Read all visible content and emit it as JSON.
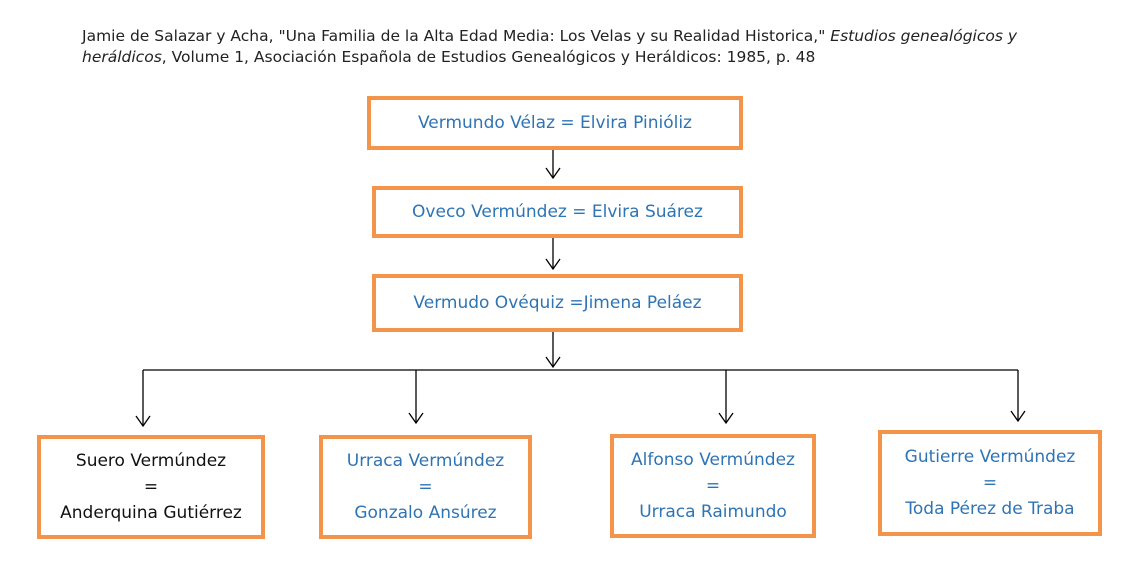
{
  "citation": {
    "part1": "Jamie de Salazar y Acha, \"Una Familia de la Alta Edad Media: Los Velas y su Realidad Historica,\" ",
    "journal1": "Estudios genealógicos y",
    "journal2": "heráldicos",
    "part2": ", Volume 1, Asociación Española de Estudios Genealógicos y Heráldicos: 1985, p. 48"
  },
  "generations": [
    {
      "label": "Vermundo Vélaz = Elvira Pinióliz"
    },
    {
      "label": "Oveco Vermúndez = Elvira Suárez"
    },
    {
      "label": "Vermudo Ovéquiz =Jimena Peláez"
    }
  ],
  "children": [
    {
      "name": "Suero Vermúndez",
      "eq": "=",
      "spouse": "Anderquina Gutiérrez",
      "color": "#111111"
    },
    {
      "name": "Urraca Vermúndez",
      "eq": "=",
      "spouse": "Gonzalo Ansúrez",
      "color": "#2e74b5"
    },
    {
      "name": "Alfonso Vermúndez",
      "eq": "=",
      "spouse": "Urraca Raimundo",
      "color": "#2e74b5"
    },
    {
      "name": "Gutierre Vermúndez",
      "eq": "=",
      "spouse": "Toda Pérez de Traba",
      "color": "#2e74b5"
    }
  ],
  "colors": {
    "box_border": "#f4934a",
    "text_blue": "#2e74b5",
    "text_black": "#111111"
  }
}
